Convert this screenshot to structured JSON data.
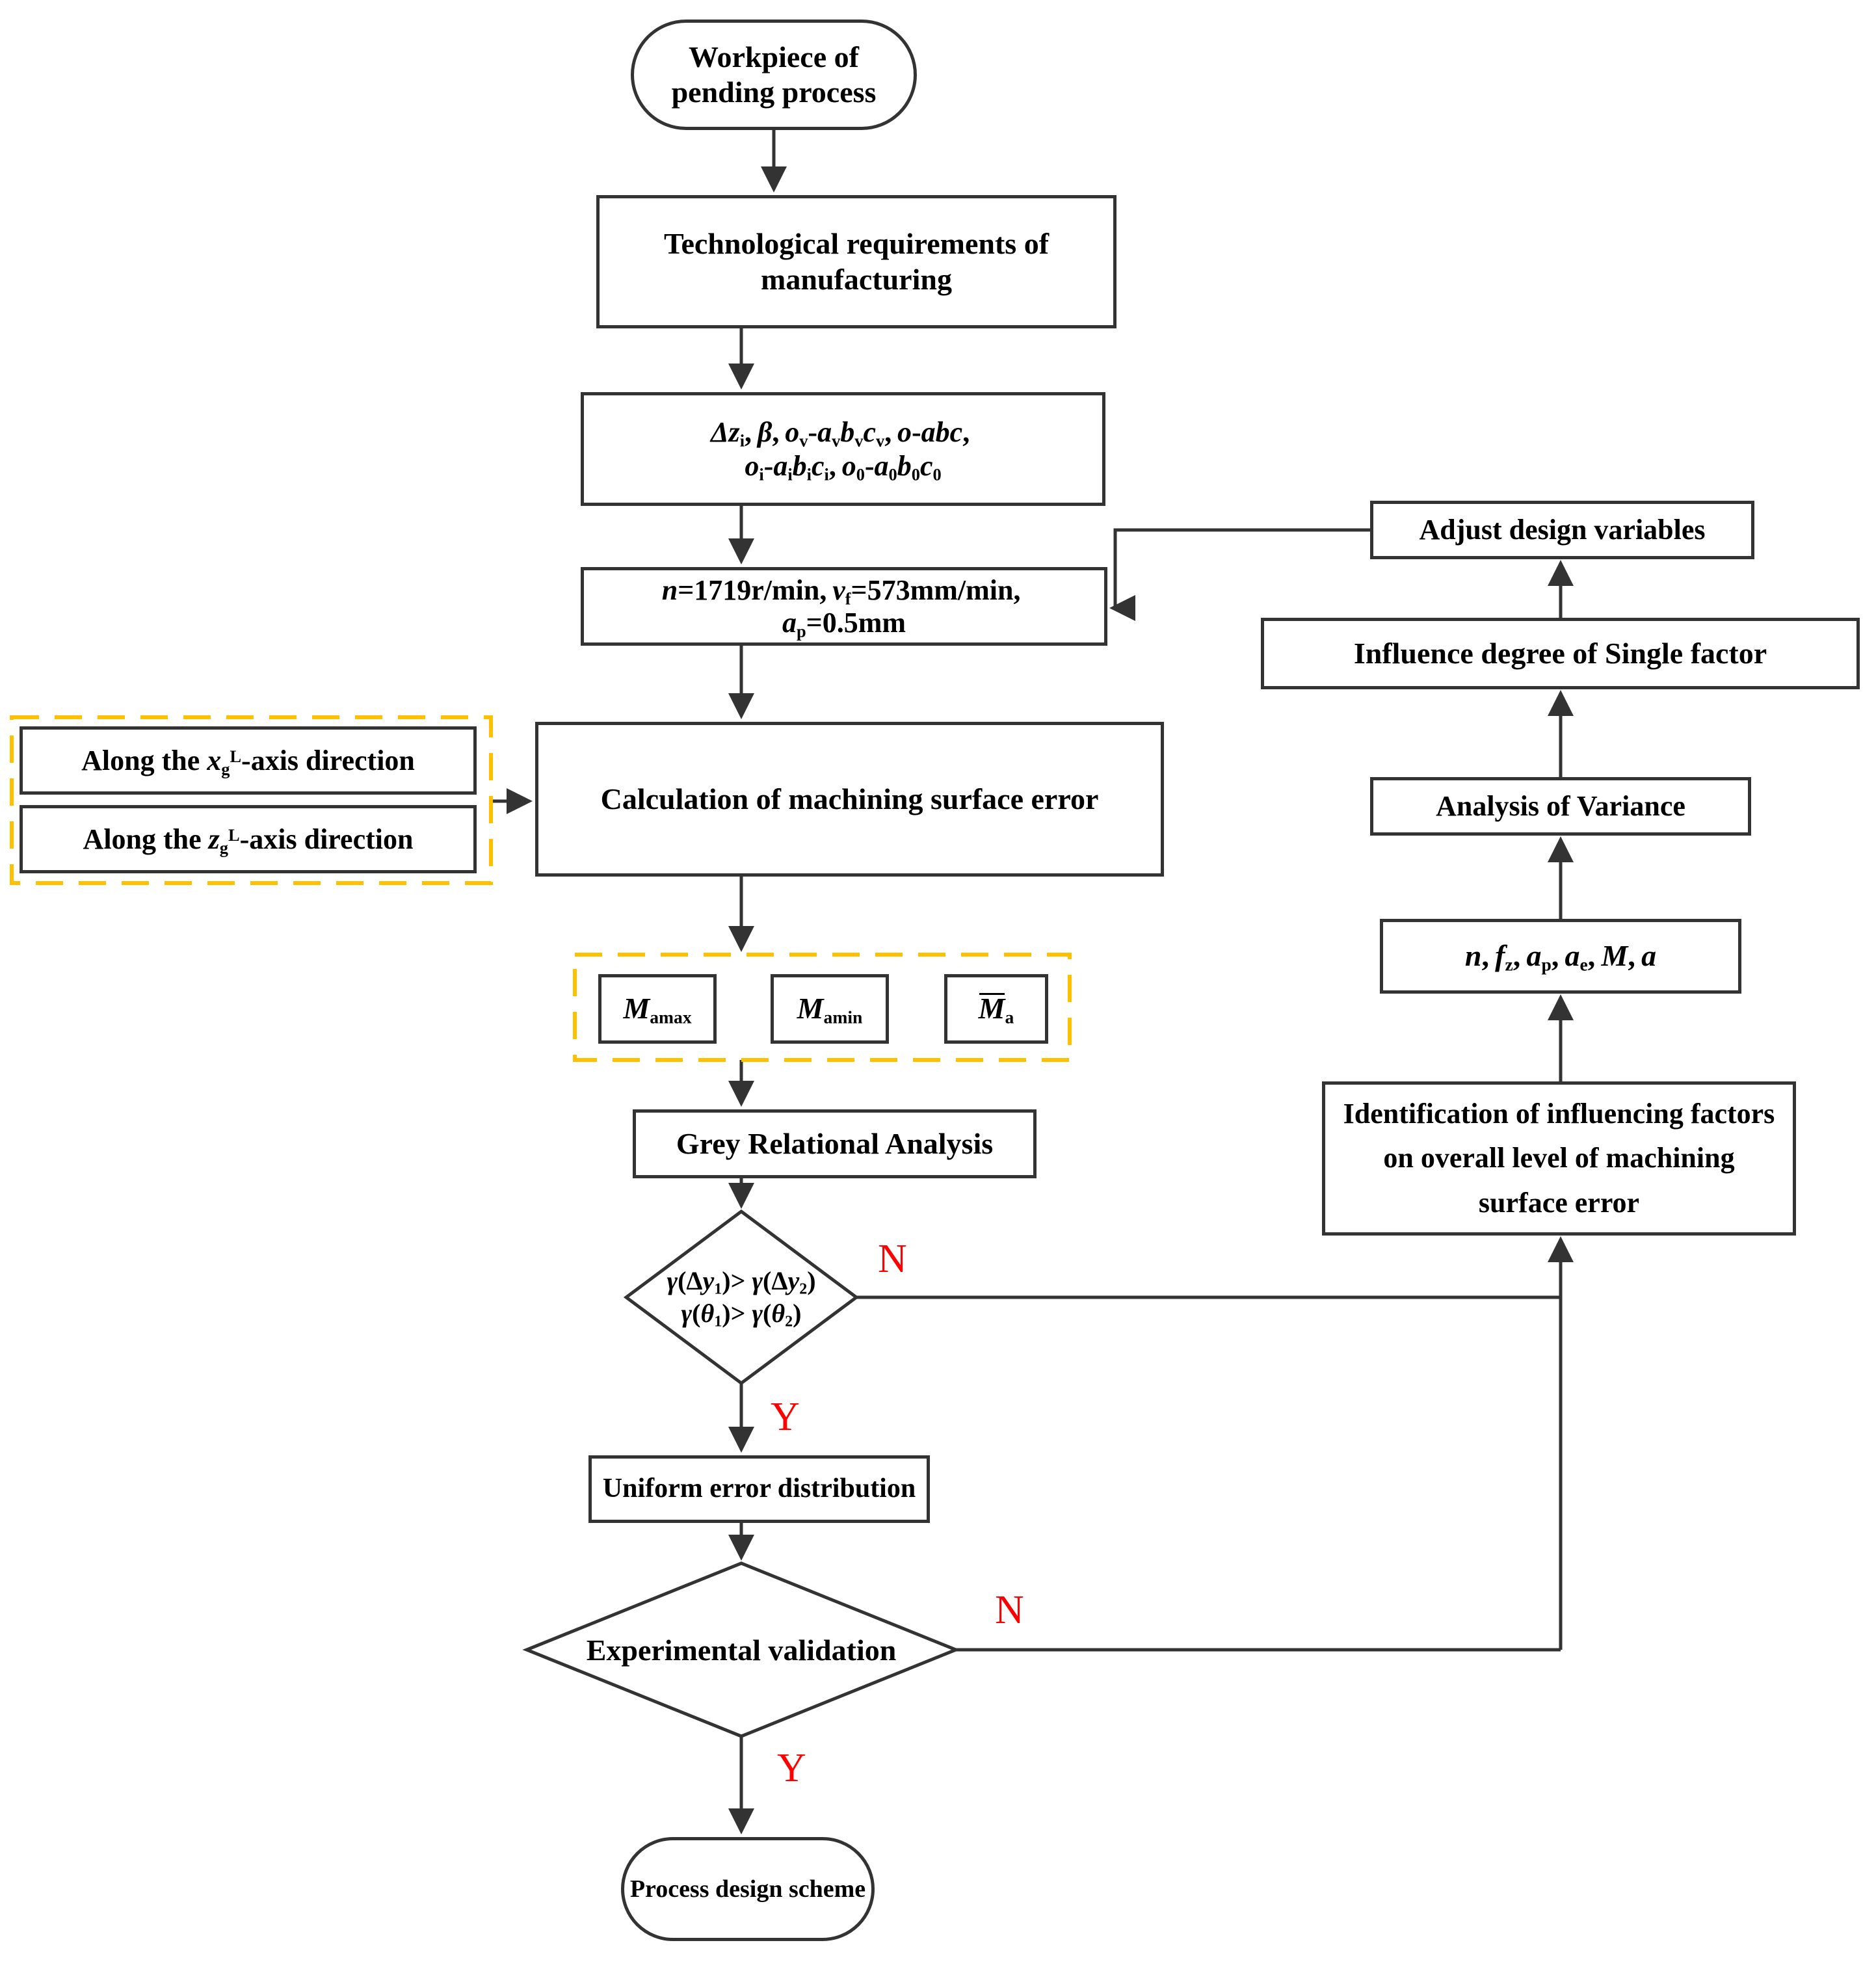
{
  "flowchart": {
    "colors": {
      "line": "#333333",
      "group_dashed": "#FFC000",
      "branch_label": "#FF0000"
    },
    "nodes": {
      "workpiece": {
        "line1": "Workpiece of",
        "line2": "pending process"
      },
      "technological": {
        "label": "Technological requirements of manufacturing"
      },
      "design_variables": {
        "line1": [
          {
            "t": "Δz",
            "i": true,
            "sub": "i"
          },
          {
            "t": "、"
          },
          {
            "t": "β",
            "i": true
          },
          {
            "t": "、"
          },
          {
            "t": "o",
            "i": true,
            "sub": "v"
          },
          {
            "t": "-"
          },
          {
            "t": "a",
            "i": true,
            "sub": "v"
          },
          {
            "t": "b",
            "i": true,
            "sub": "v"
          },
          {
            "t": "c",
            "i": true,
            "sub": "v"
          },
          {
            "t": "、"
          },
          {
            "t": "o",
            "i": true
          },
          {
            "t": "-"
          },
          {
            "t": "abc",
            "i": true
          },
          {
            "t": "、"
          }
        ],
        "line2": [
          {
            "t": "o",
            "i": true,
            "sub": "i"
          },
          {
            "t": "-"
          },
          {
            "t": "a",
            "i": true,
            "sub": "i"
          },
          {
            "t": "b",
            "i": true,
            "sub": "i"
          },
          {
            "t": "c",
            "i": true,
            "sub": "i"
          },
          {
            "t": "、"
          },
          {
            "t": "o",
            "i": true,
            "sub": "0"
          },
          {
            "t": "-"
          },
          {
            "t": "a",
            "i": true,
            "sub": "0"
          },
          {
            "t": "b",
            "i": true,
            "sub": "0"
          },
          {
            "t": "c",
            "i": true,
            "sub": "0"
          }
        ]
      },
      "cutting_parameters": {
        "line1": [
          {
            "t": "n",
            "i": true
          },
          {
            "t": "=1719r/min"
          },
          {
            "t": "、"
          },
          {
            "t": "v",
            "i": true,
            "sub": "f"
          },
          {
            "t": "=573mm/min"
          },
          {
            "t": "、"
          }
        ],
        "line2": [
          {
            "t": "a",
            "i": true,
            "sub": "p"
          },
          {
            "t": "=0.5mm"
          }
        ]
      },
      "along_x": [
        {
          "t": "Along the "
        },
        {
          "t": "x",
          "i": true,
          "sub": "g",
          "sup": "L"
        },
        {
          "t": "-axis direction"
        }
      ],
      "along_z": [
        {
          "t": "Along the "
        },
        {
          "t": "z",
          "i": true,
          "sub": "g",
          "sup": "L"
        },
        {
          "t": "-axis direction"
        }
      ],
      "calculation": {
        "label": "Calculation of machining surface error"
      },
      "m_amax": [
        {
          "t": "M",
          "i": true,
          "sub": "amax"
        }
      ],
      "m_amin": [
        {
          "t": "M",
          "i": true,
          "sub": "amin"
        }
      ],
      "m_bar": [
        {
          "t": "M",
          "i": true,
          "bar": true,
          "sub": "a"
        }
      ],
      "grey": {
        "label": "Grey Relational Analysis"
      },
      "decision1": {
        "line1": [
          {
            "t": "γ",
            "i": true
          },
          {
            "t": "(Δ"
          },
          {
            "t": "y",
            "i": true,
            "sub": "1"
          },
          {
            "t": ")> "
          },
          {
            "t": "γ",
            "i": true
          },
          {
            "t": "(Δ"
          },
          {
            "t": "y",
            "i": true,
            "sub": "2"
          },
          {
            "t": ")"
          }
        ],
        "line2": [
          {
            "t": "γ",
            "i": true
          },
          {
            "t": "("
          },
          {
            "t": "θ",
            "i": true,
            "sub": "1"
          },
          {
            "t": ")> "
          },
          {
            "t": "γ",
            "i": true
          },
          {
            "t": "("
          },
          {
            "t": "θ",
            "i": true,
            "sub": "2"
          },
          {
            "t": ")"
          }
        ]
      },
      "uniform": {
        "label": "Uniform error distribution"
      },
      "decision2": {
        "label": "Experimental validation"
      },
      "process": {
        "label": "Process design scheme"
      },
      "adjust": {
        "label": "Adjust design variables"
      },
      "influence": {
        "label": "Influence degree of Single factor"
      },
      "anova": {
        "label": "Analysis of Variance"
      },
      "factors": [
        {
          "t": "n",
          "i": true
        },
        {
          "t": "、"
        },
        {
          "t": "f",
          "i": true,
          "sub": "z"
        },
        {
          "t": "、"
        },
        {
          "t": "a",
          "i": true,
          "sub": "p"
        },
        {
          "t": "、"
        },
        {
          "t": "a",
          "i": true,
          "sub": "e"
        },
        {
          "t": "、"
        },
        {
          "t": "M",
          "i": true
        },
        {
          "t": "、"
        },
        {
          "t": "a",
          "i": true
        }
      ],
      "identification": {
        "label": "Identification of influencing factors on overall level of machining surface error"
      }
    },
    "branch_labels": {
      "decision1_no": "N",
      "decision1_yes": "Y",
      "decision2_no": "N",
      "decision2_yes": "Y"
    }
  }
}
